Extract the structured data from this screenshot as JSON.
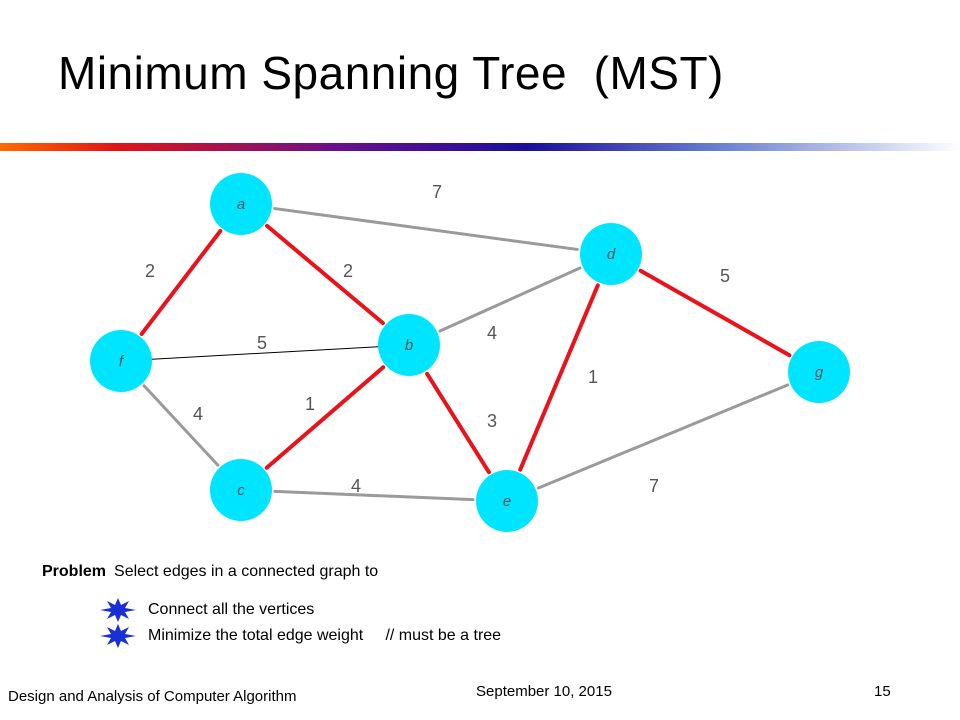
{
  "slide": {
    "title": "Minimum Spanning Tree  (MST)",
    "footer_left": "Design and Analysis of Computer Algorithm",
    "footer_date": "September 10, 2015",
    "footer_page": "15"
  },
  "problem": {
    "label": "Problem",
    "text": "Select edges in a connected graph to",
    "bullets": [
      "Connect all the vertices",
      "Minimize the total edge weight     // must be a tree"
    ]
  },
  "colors": {
    "node_fill": "#00e5ff",
    "mst_edge": "#e8131b",
    "other_edge": "#9a9a9a",
    "thin_edge": "#000000",
    "bullet_star": "#1a2fd6"
  },
  "graph": {
    "nodes": [
      {
        "id": "a",
        "label": "a"
      },
      {
        "id": "b",
        "label": "b"
      },
      {
        "id": "c",
        "label": "c"
      },
      {
        "id": "d",
        "label": "d"
      },
      {
        "id": "e",
        "label": "e"
      },
      {
        "id": "f",
        "label": "f"
      },
      {
        "id": "g",
        "label": "g"
      }
    ],
    "edges": [
      {
        "from": "f",
        "to": "a",
        "weight": "2",
        "in_mst": true
      },
      {
        "from": "a",
        "to": "b",
        "weight": "2",
        "in_mst": true
      },
      {
        "from": "a",
        "to": "d",
        "weight": "7",
        "in_mst": false
      },
      {
        "from": "f",
        "to": "b",
        "weight": "5",
        "in_mst": false,
        "style": "thin"
      },
      {
        "from": "f",
        "to": "c",
        "weight": "4",
        "in_mst": false
      },
      {
        "from": "c",
        "to": "b",
        "weight": "1",
        "in_mst": true
      },
      {
        "from": "b",
        "to": "d",
        "weight": "4",
        "in_mst": false
      },
      {
        "from": "b",
        "to": "e",
        "weight": "3",
        "in_mst": true
      },
      {
        "from": "c",
        "to": "e",
        "weight": "4",
        "in_mst": false
      },
      {
        "from": "d",
        "to": "e",
        "weight": "1",
        "in_mst": true
      },
      {
        "from": "d",
        "to": "g",
        "weight": "5",
        "in_mst": true
      },
      {
        "from": "e",
        "to": "g",
        "weight": "7",
        "in_mst": false
      }
    ]
  }
}
